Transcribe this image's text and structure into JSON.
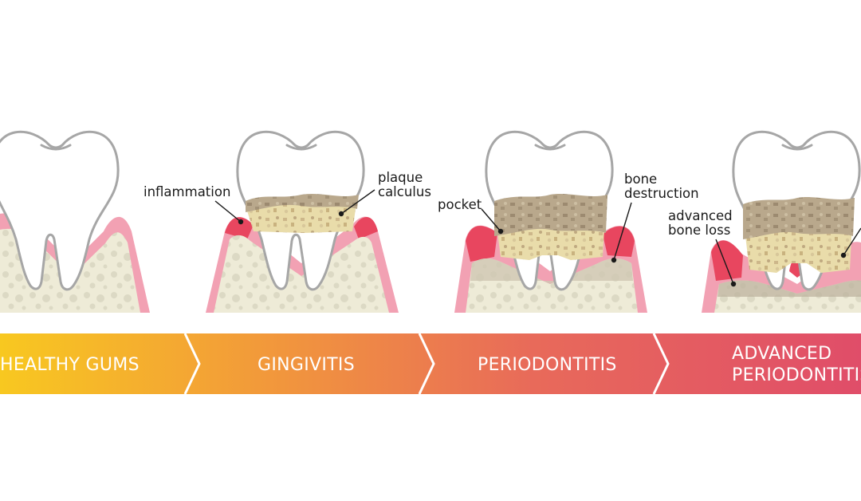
{
  "stages": [
    {
      "label": "HEALTHY GUMS"
    },
    {
      "label": "GINGIVITIS"
    },
    {
      "label": "PERIODONTITIS"
    },
    {
      "label_line1": "ADVANCED",
      "label_line2": "PERIODONTITIS"
    }
  ],
  "annotations": {
    "inflammation": "inflammation",
    "plaque": "plaque",
    "calculus": "calculus",
    "pocket": "pocket",
    "bone": "bone",
    "destruction": "destruction",
    "advanced": "advanced",
    "bone_loss": "bone loss"
  },
  "colors": {
    "gum": "#f2a1b3",
    "gum_inflamed": "#e8465f",
    "bone": "#eeebd7",
    "bone_dots": "#d9d6c1",
    "enamel": "#ffffff",
    "tooth_outline": "#a6a6a6",
    "plaque": "#e8dcae",
    "calculus": "#b5a58a",
    "banner_start": "#f7c325",
    "banner_mid": "#ee8a3f",
    "banner_end": "#e3546b"
  }
}
